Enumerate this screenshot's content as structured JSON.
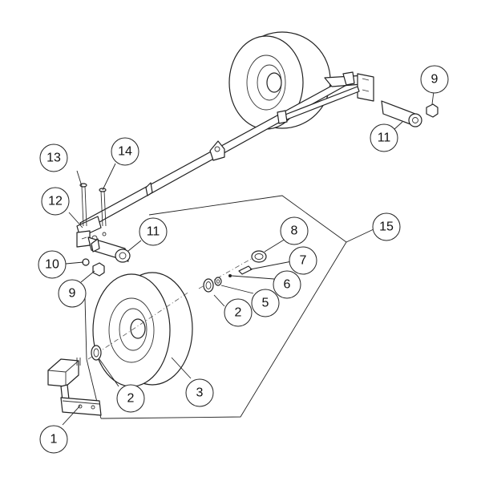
{
  "callouts": [
    {
      "id": "c1",
      "label": "1"
    },
    {
      "id": "c2a",
      "label": "2"
    },
    {
      "id": "c2b",
      "label": "2"
    },
    {
      "id": "c3",
      "label": "3"
    },
    {
      "id": "c5",
      "label": "5"
    },
    {
      "id": "c6",
      "label": "6"
    },
    {
      "id": "c7",
      "label": "7"
    },
    {
      "id": "c8",
      "label": "8"
    },
    {
      "id": "c9a",
      "label": "9"
    },
    {
      "id": "c9b",
      "label": "9"
    },
    {
      "id": "c10",
      "label": "10"
    },
    {
      "id": "c11a",
      "label": "11"
    },
    {
      "id": "c11b",
      "label": "11"
    },
    {
      "id": "c12",
      "label": "12"
    },
    {
      "id": "c13",
      "label": "13"
    },
    {
      "id": "c14",
      "label": "14"
    },
    {
      "id": "c15",
      "label": "15"
    }
  ]
}
